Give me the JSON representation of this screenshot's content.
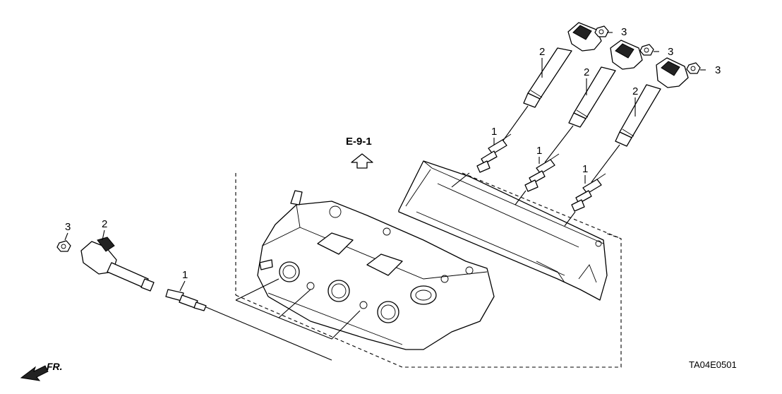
{
  "diagram": {
    "reference_label": "E-9-1",
    "code": "TA04E0501",
    "front_label": "FR.",
    "callouts": {
      "spark_plug": "1",
      "ignition_coil": "2",
      "nut": "3"
    }
  }
}
